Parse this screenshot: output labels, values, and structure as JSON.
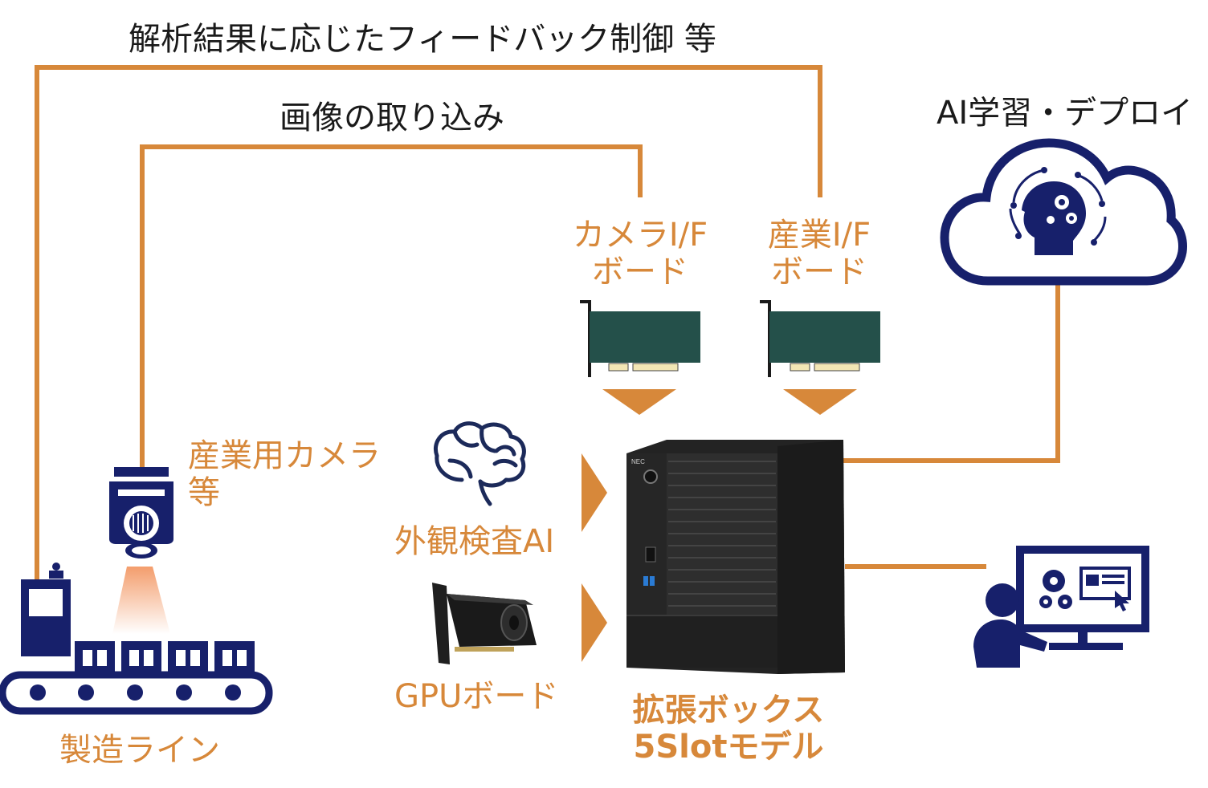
{
  "labels": {
    "feedback": "解析結果に応じたフィードバック制御 等",
    "capture": "画像の取り込み",
    "ai_cloud": "AI学習・デプロイ",
    "camera_if_line1": "カメラI/F",
    "camera_if_line2": "ボード",
    "industrial_if_line1": "産業I/F",
    "industrial_if_line2": "ボード",
    "camera_line1": "産業用カメラ",
    "camera_line2": "等",
    "ai_inspection": "外観検査AI",
    "gpu": "GPUボード",
    "box_line1": "拡張ボックス",
    "box_line2": "5Slotモデル",
    "production_line": "製造ライン",
    "box_brand": "NEC"
  },
  "colors": {
    "connector": "#d7883a",
    "navy": "#17206b",
    "board": "#24504a",
    "box": "#2b2b2b",
    "text": "#1a1a1a"
  },
  "icons": [
    "production-line-icon",
    "camera-icon",
    "brain-icon",
    "gpu-board-icon",
    "interface-board-icon",
    "cloud-ai-icon",
    "operator-pc-icon",
    "expansion-box-icon"
  ]
}
